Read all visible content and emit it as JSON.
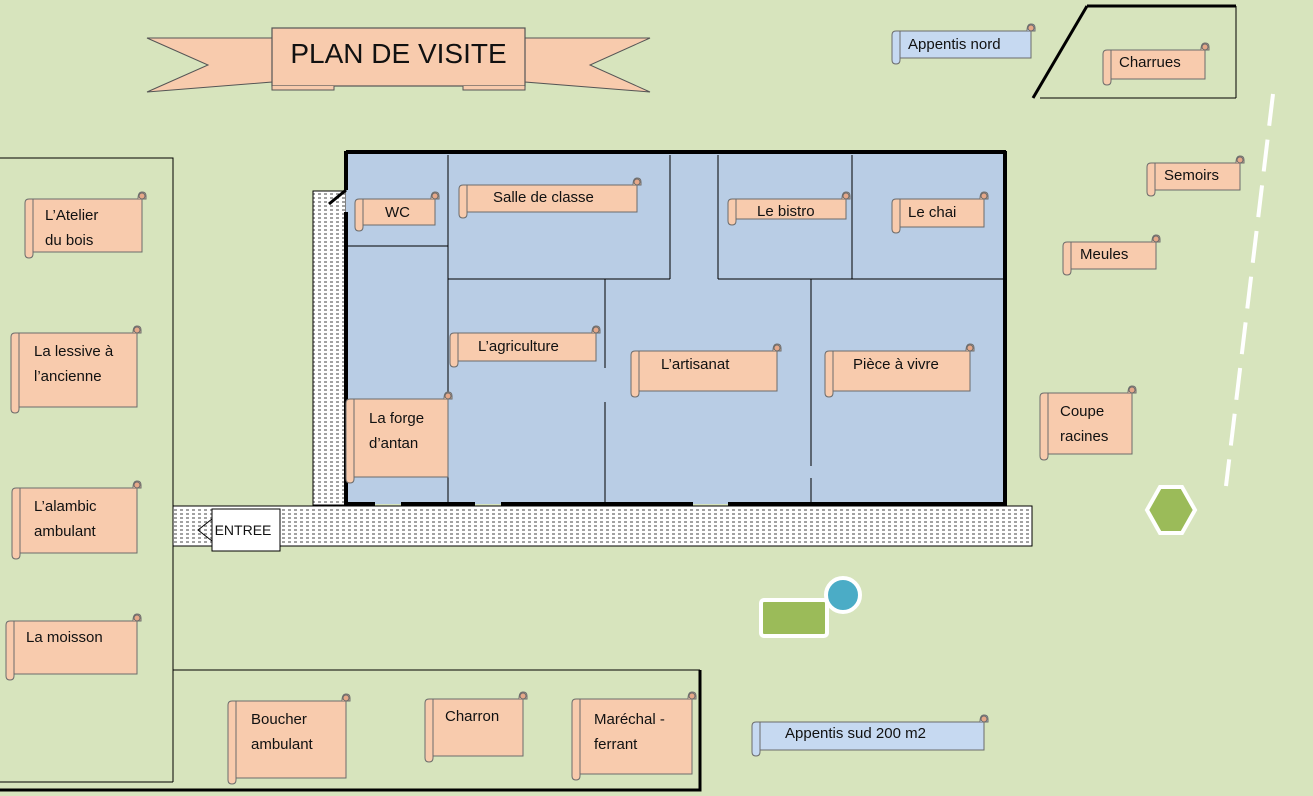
{
  "title": "PLAN DE VISITE",
  "entrance": "ENTREE",
  "colors": {
    "background": "#d7e4bd",
    "room": "#b9cde5",
    "scroll_orange": "#f8cbad",
    "scroll_blue": "#c6d9f1",
    "green_shape": "#9bbb59",
    "blue_circle": "#4bacc6"
  },
  "rooms": {
    "wc": "WC",
    "salle_de_classe": "Salle de classe",
    "le_bistro": "Le bistro",
    "le_chai": "Le chai",
    "agriculture": "L’agriculture",
    "artisanat": "L’artisanat",
    "piece_a_vivre": "Pièce à vivre",
    "forge": "La forge\nd’antan"
  },
  "left_zone": {
    "atelier": "L’Atelier\ndu bois",
    "lessive": "La lessive à\nl’ancienne",
    "alambic": "L’alambic\nambulant",
    "moisson": "La moisson"
  },
  "bottom_zone": {
    "boucher": "Boucher\nambulant",
    "charron": "Charron",
    "marechal": "Maréchal -\nferrant"
  },
  "right_zone": {
    "appentis_nord": "Appentis nord",
    "charrues": "Charrues",
    "semoirs": "Semoirs",
    "meules": "Meules",
    "coupe_racines": "Coupe\nracines",
    "appentis_sud": "Appentis sud  200 m2"
  }
}
